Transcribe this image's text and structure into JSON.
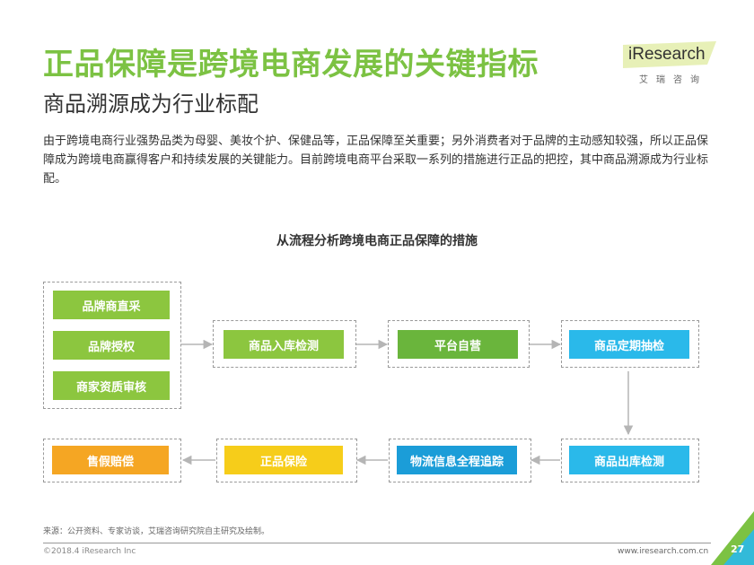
{
  "header": {
    "title": "正品保障是跨境电商发展的关键指标",
    "subtitle": "商品溯源成为行业标配"
  },
  "logo": {
    "text": "iResearch",
    "sub": "艾瑞咨询"
  },
  "intro": "由于跨境电商行业强势品类为母婴、美妆个护、保健品等，正品保障至关重要；另外消费者对于品牌的主动感知较强，所以正品保障成为跨境电商赢得客户和持续发展的关键能力。目前跨境电商平台采取一系列的措施进行正品的把控，其中商品溯源成为行业标配。",
  "diagram": {
    "title": "从流程分析跨境电商正品保障的措施",
    "source_group": [
      "品牌商直采",
      "品牌授权",
      "商家资质审核"
    ],
    "steps_top": [
      "商品入库检测",
      "平台自营",
      "商品定期抽检"
    ],
    "steps_bottom": [
      "售假赔偿",
      "正品保险",
      "物流信息全程追踪",
      "商品出库检测"
    ],
    "colors": {
      "green": "#8cc63f",
      "dark_green": "#6ab53c",
      "cyan": "#2ab9ea",
      "yellow": "#f6cd1a",
      "orange": "#f5a623",
      "blue": "#1b9dd8"
    }
  },
  "footer": {
    "source": "来源：公开资料、专家访谈，艾瑞咨询研究院自主研究及绘制。",
    "copyright": "©2018.4 iResearch Inc",
    "website": "www.iresearch.com.cn",
    "page": "27"
  }
}
